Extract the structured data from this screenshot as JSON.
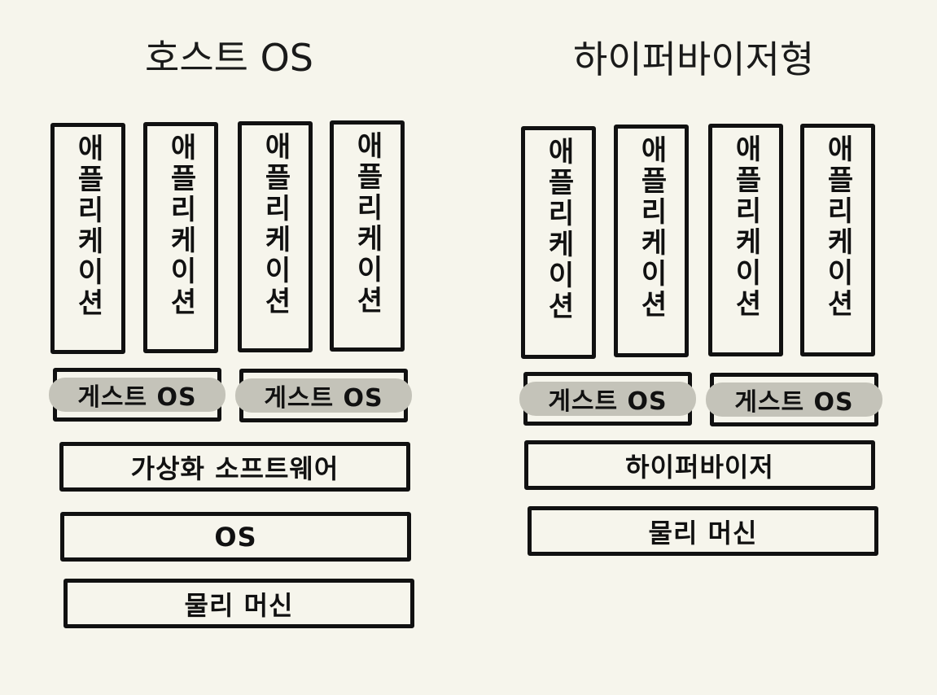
{
  "host": {
    "title": "호스트 OS",
    "apps": [
      "애플리케이션",
      "애플리케이션",
      "애플리케이션",
      "애플리케이션"
    ],
    "guests": [
      "게스트 OS",
      "게스트 OS"
    ],
    "layers": [
      "가상화 소프트웨어",
      "OS",
      "물리 머신"
    ]
  },
  "hypervisor": {
    "title": "하이퍼바이저형",
    "apps": [
      "애플리케이션",
      "애플리케이션",
      "애플리케이션",
      "애플리케이션"
    ],
    "guests": [
      "게스트 OS",
      "게스트 OS"
    ],
    "layers": [
      "하이퍼바이저",
      "물리 머신"
    ]
  },
  "colors": {
    "background": "#f6f5ec",
    "stroke": "#111111",
    "guest_fill": "#c4c3b9"
  }
}
